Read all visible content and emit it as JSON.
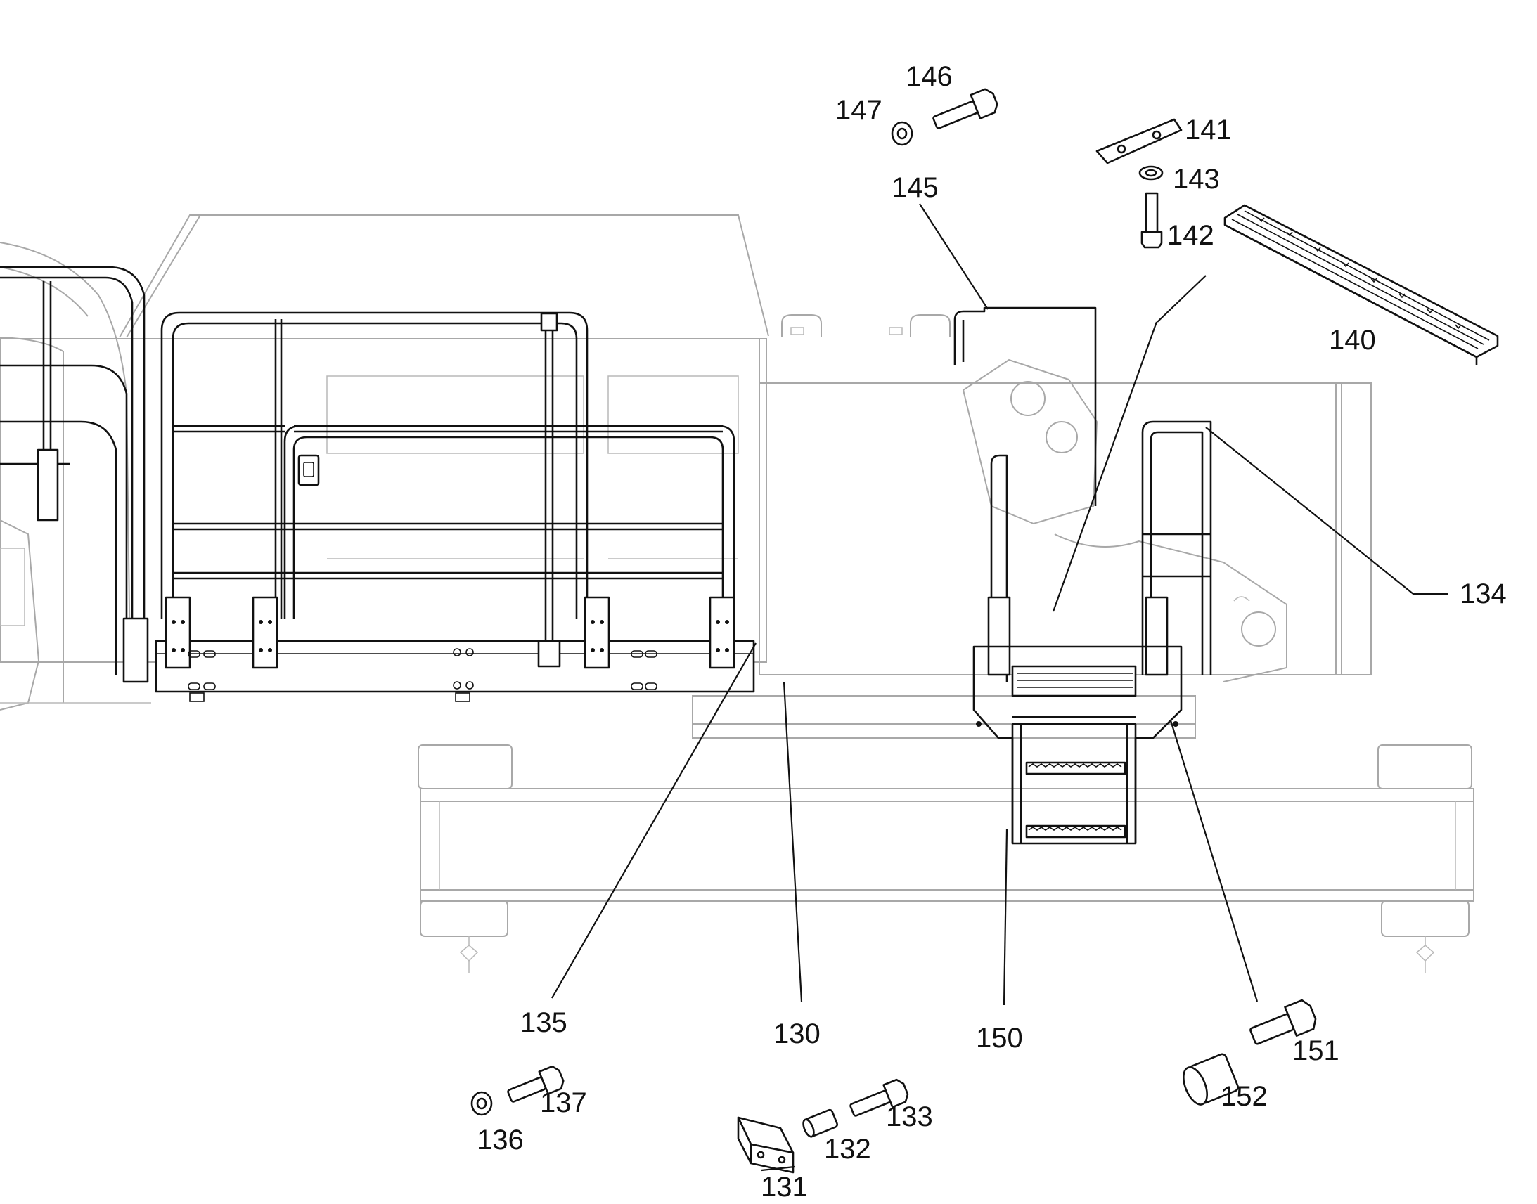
{
  "callouts": [
    {
      "id": "146",
      "label": "146"
    },
    {
      "id": "147",
      "label": "147"
    },
    {
      "id": "141",
      "label": "141"
    },
    {
      "id": "143",
      "label": "143"
    },
    {
      "id": "145",
      "label": "145"
    },
    {
      "id": "142",
      "label": "142"
    },
    {
      "id": "140",
      "label": "140"
    },
    {
      "id": "134",
      "label": "134"
    },
    {
      "id": "135",
      "label": "135"
    },
    {
      "id": "130",
      "label": "130"
    },
    {
      "id": "150",
      "label": "150"
    },
    {
      "id": "151",
      "label": "151"
    },
    {
      "id": "152",
      "label": "152"
    },
    {
      "id": "137",
      "label": "137"
    },
    {
      "id": "136",
      "label": "136"
    },
    {
      "id": "133",
      "label": "133"
    },
    {
      "id": "132",
      "label": "132"
    },
    {
      "id": "131",
      "label": "131"
    }
  ],
  "colors": {
    "line": "#111111",
    "ghost": "#a8a8a8",
    "background": "#ffffff"
  }
}
